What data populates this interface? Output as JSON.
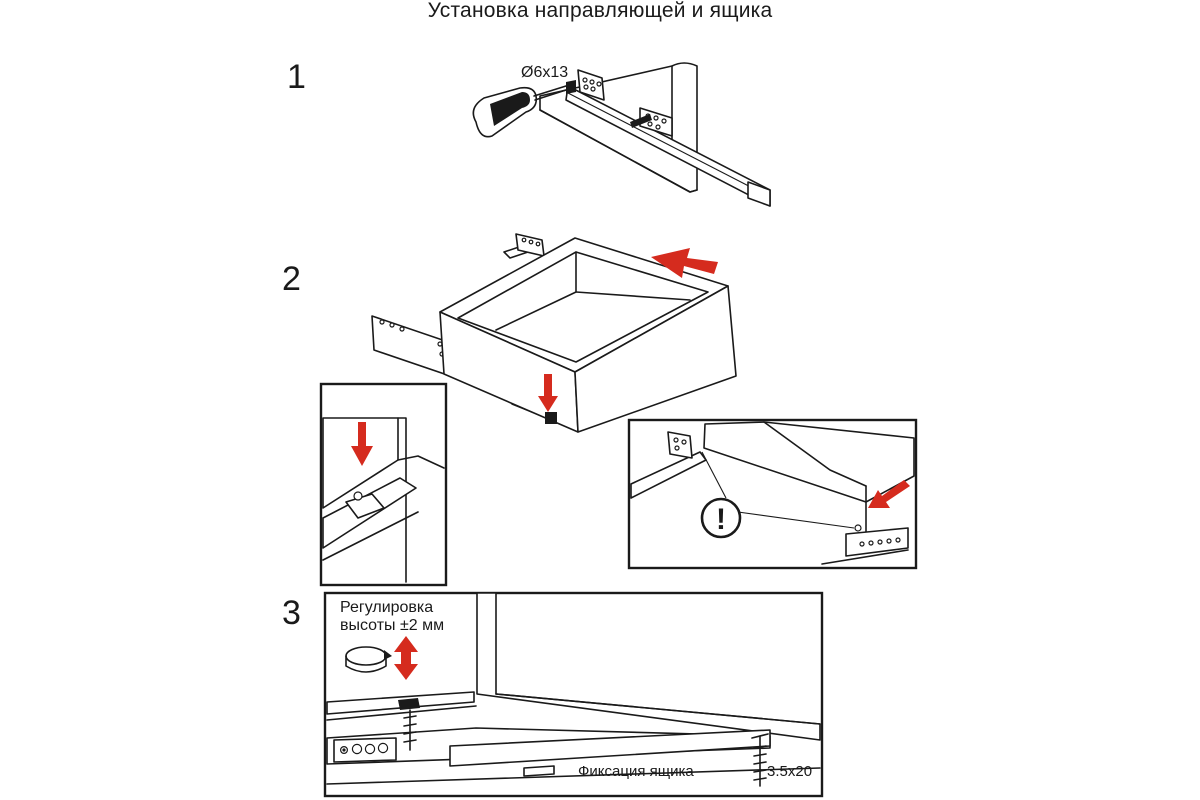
{
  "title": "Установка направляющей и ящика",
  "steps": [
    {
      "number": "1",
      "screw_label": "Ø6x13"
    },
    {
      "number": "2",
      "warning_symbol": "!"
    },
    {
      "number": "3",
      "height_adjust_line1": "Регулировка",
      "height_adjust_line2": "высоты ±2 мм",
      "fixation_label": "Фиксация ящика",
      "fixation_screw": "3.5x20"
    }
  ],
  "colors": {
    "arrow": "#d52b1e",
    "line": "#1a1a1a",
    "background": "#ffffff"
  },
  "icons": [
    "screwdriver-icon",
    "rotate-icon",
    "warning-icon",
    "arrow-icon",
    "screw-icon"
  ]
}
